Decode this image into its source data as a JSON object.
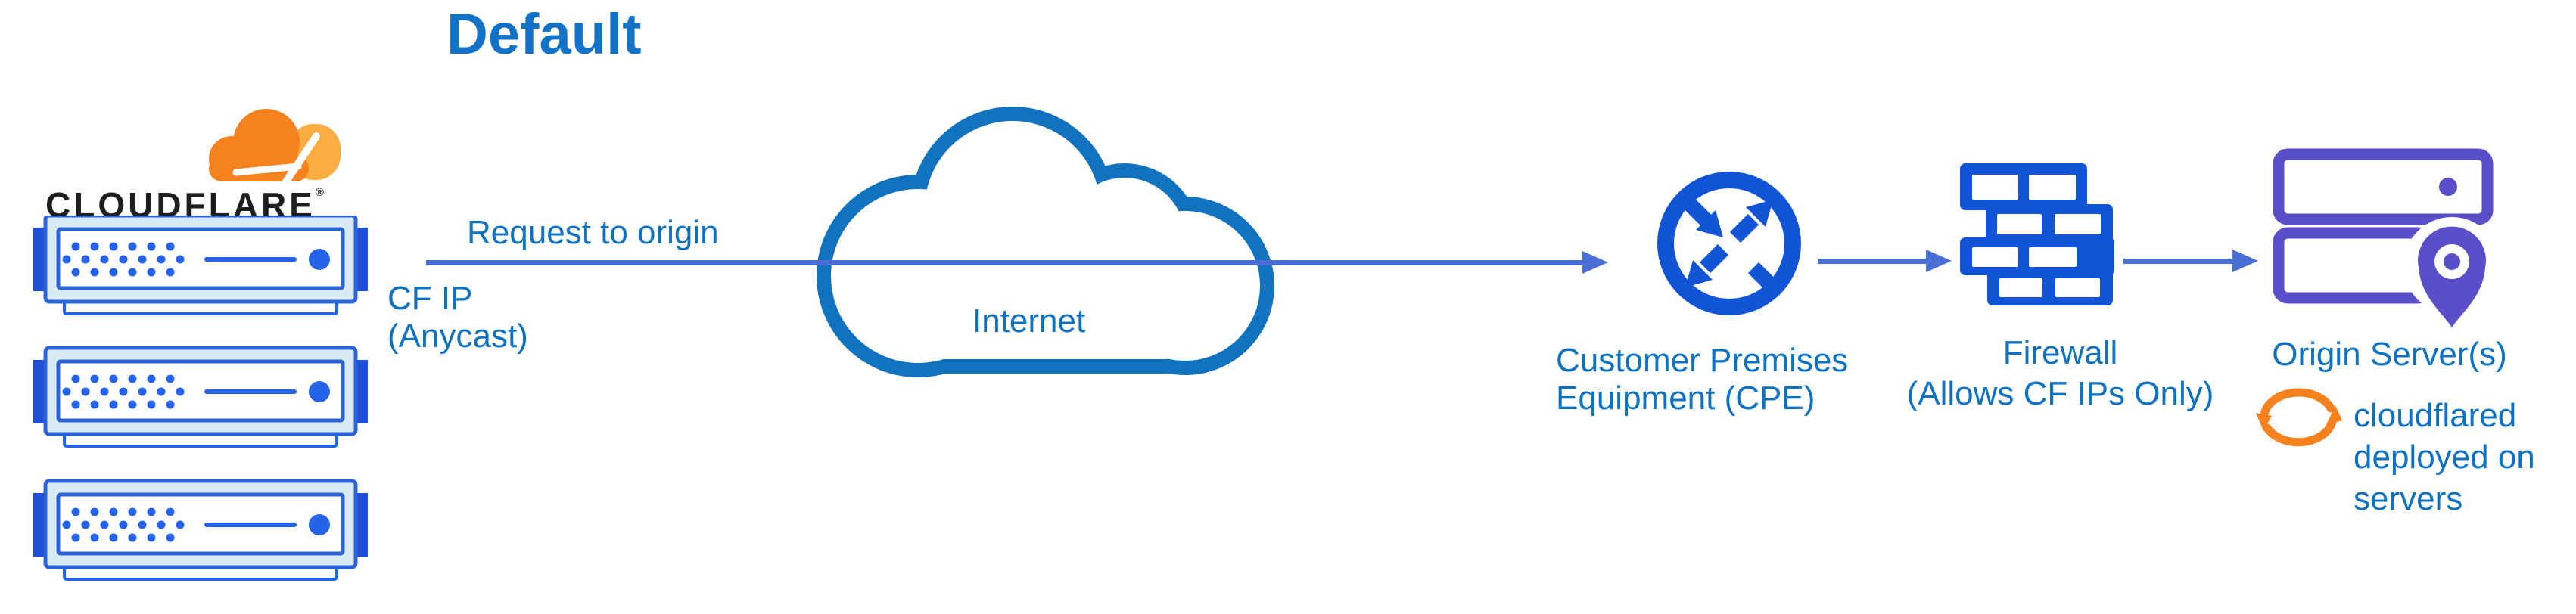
{
  "title": "Default",
  "logo": {
    "wordmark": "CLOUDFLARE",
    "reg": "®"
  },
  "labels": {
    "request_to_origin": "Request to origin",
    "cf_ip": "CF IP\n(Anycast)",
    "internet": "Internet",
    "cpe": "Customer Premises\nEquipment (CPE)",
    "firewall": "Firewall\n(Allows CF IPs Only)",
    "origin": "Origin Server(s)",
    "cloudflared": "cloudflared\ndeployed on\nservers"
  },
  "icons": {
    "logo_cloud": "cloudflare-logo-cloud-icon",
    "edge_servers": "server-rack-icon (x3)",
    "internet": "internet-cloud-icon",
    "cpe": "router-crossed-arrows-icon",
    "firewall": "brick-wall-icon",
    "origin_servers": "purple-server-location-pin-icon",
    "cloudflared": "orange-sync-arrows-icon"
  },
  "colors": {
    "title_blue": "#1272c8",
    "label_blue": "#0e72c0",
    "line_blue": "#4a6fd4",
    "cloud_blue": "#1173bd",
    "icon_blue": "#1155d6",
    "rack_border": "#2b64d9",
    "rack_fill": "#d9ecf4",
    "rack_tab": "#1d4fd8",
    "rack_dot": "#2563eb",
    "purple": "#5b4ec9",
    "orange": "#f6821f",
    "orange_light": "#fbad41",
    "ink": "#1e1e1e"
  },
  "flow": [
    "Cloudflare edge (CF IP Anycast)",
    "Internet",
    "Customer Premises Equipment (CPE)",
    "Firewall (Allows CF IPs Only)",
    "Origin Server(s) with cloudflared"
  ]
}
